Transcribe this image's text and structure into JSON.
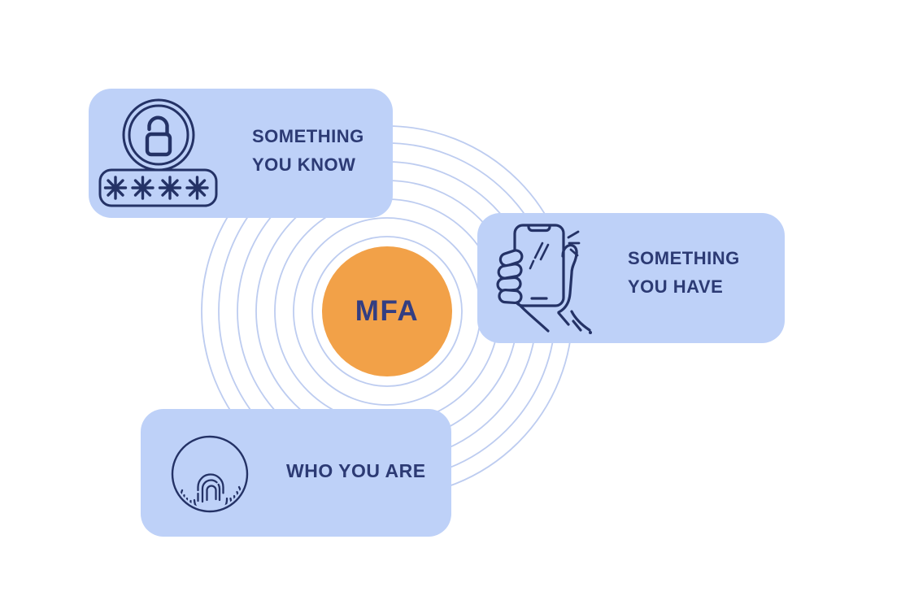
{
  "diagram_title": "MFA",
  "center_node": {
    "label": "MFA"
  },
  "cards": [
    {
      "id": "something-you-know",
      "icon": "unlock-and-password-icon",
      "lines": [
        "SOMETHING",
        "YOU KNOW"
      ]
    },
    {
      "id": "something-you-have",
      "icon": "phone-in-hand-icon",
      "lines": [
        "SOMETHING",
        "YOU HAVE"
      ]
    },
    {
      "id": "who-you-are",
      "icon": "fingerprint-icon",
      "lines": [
        "WHO YOU ARE"
      ]
    }
  ],
  "password_mask": "****",
  "colors": {
    "background": "#ffffff",
    "card_background": "#bed1f8",
    "label_text": "#2c3a74",
    "icon_stroke": "#243266",
    "rings": "#bdccf0",
    "center_fill": "#f2a148",
    "center_text": "#333e82"
  }
}
